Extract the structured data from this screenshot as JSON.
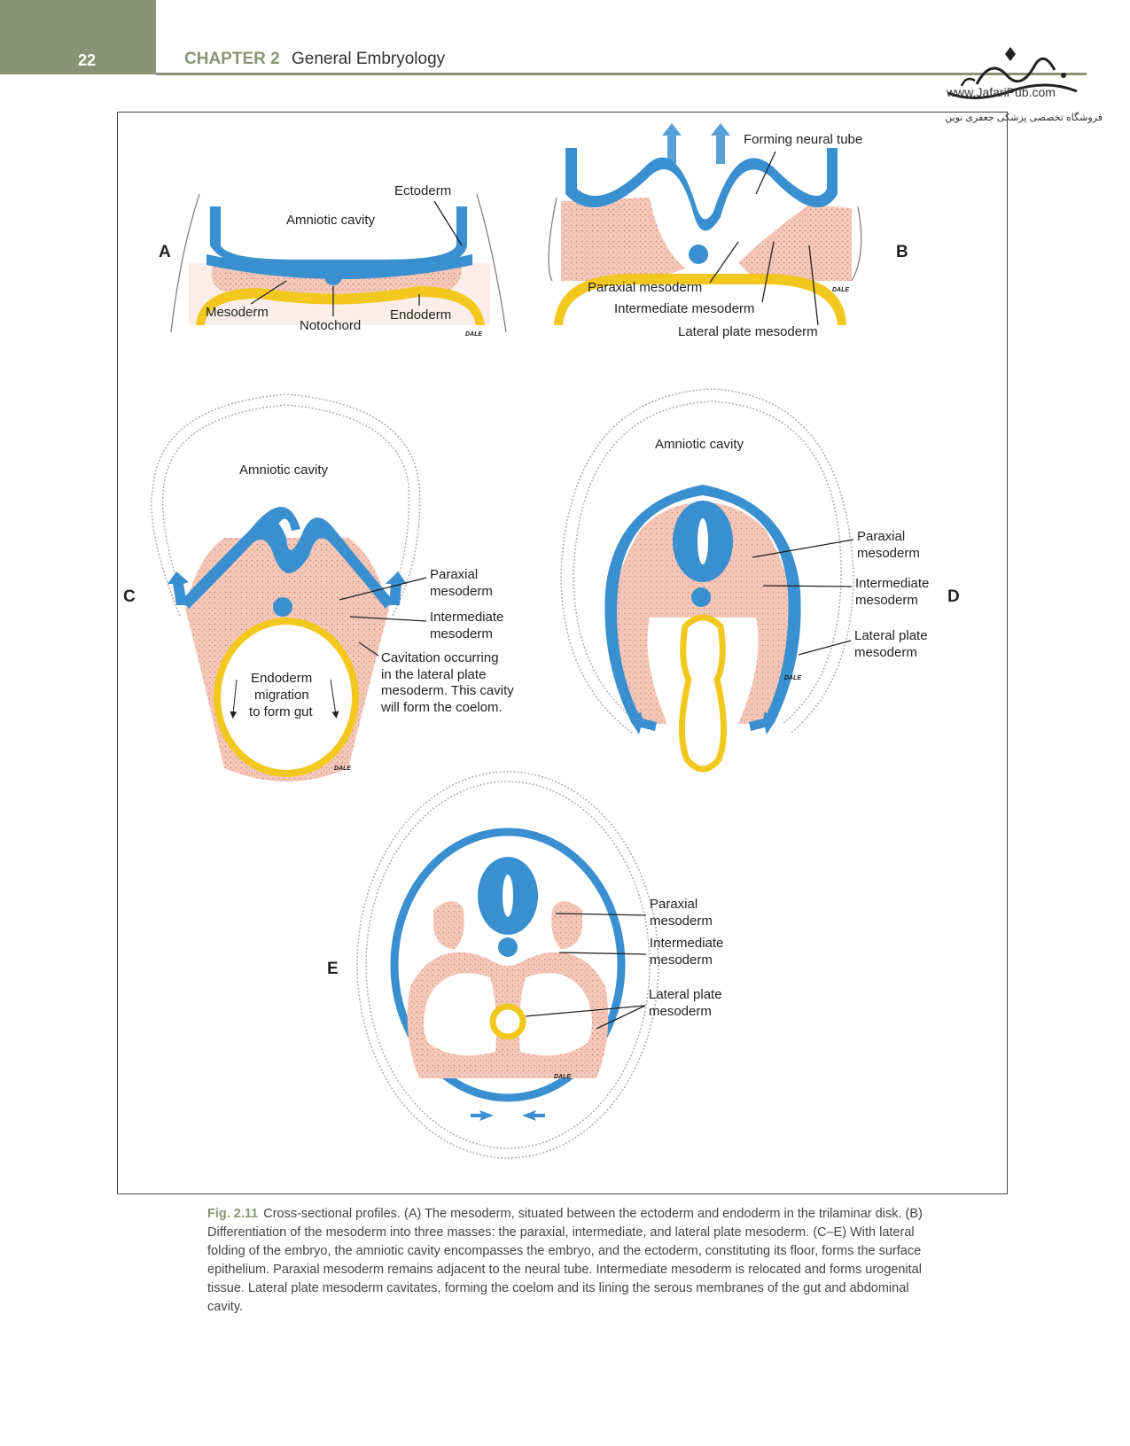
{
  "header": {
    "page_number": "22",
    "chapter_number": "CHAPTER 2",
    "chapter_title": "General Embryology"
  },
  "logo": {
    "url_text": "www.JafariPub.com",
    "shop_text": "فروشگاه تخصصی پزشکی جعفری نوین"
  },
  "figure": {
    "signature": "DALE",
    "panels": {
      "A": {
        "letter": "A",
        "labels": {
          "ectoderm": "Ectoderm",
          "amniotic_cavity": "Amniotic cavity",
          "mesoderm": "Mesoderm",
          "notochord": "Notochord",
          "endoderm": "Endoderm"
        }
      },
      "B": {
        "letter": "B",
        "labels": {
          "forming_neural_tube": "Forming neural tube",
          "paraxial": "Paraxial mesoderm",
          "intermediate": "Intermediate mesoderm",
          "lateral_plate": "Lateral plate mesoderm"
        }
      },
      "C": {
        "letter": "C",
        "labels": {
          "amniotic_cavity": "Amniotic cavity",
          "paraxial": [
            "Paraxial",
            "mesoderm"
          ],
          "intermediate": [
            "Intermediate",
            "mesoderm"
          ],
          "cavitation": [
            "Cavitation occurring",
            "in the lateral plate",
            "mesoderm. This cavity",
            "will form the coelom."
          ],
          "endoderm_migration": [
            "Endoderm",
            "migration",
            "to form gut"
          ]
        }
      },
      "D": {
        "letter": "D",
        "labels": {
          "amniotic_cavity": "Amniotic cavity",
          "paraxial": [
            "Paraxial",
            "mesoderm"
          ],
          "intermediate": [
            "Intermediate",
            "mesoderm"
          ],
          "lateral_plate": [
            "Lateral plate",
            "mesoderm"
          ]
        }
      },
      "E": {
        "letter": "E",
        "labels": {
          "paraxial": [
            "Paraxial",
            "mesoderm"
          ],
          "intermediate": [
            "Intermediate",
            "mesoderm"
          ],
          "lateral_plate": [
            "Lateral plate",
            "mesoderm"
          ]
        }
      }
    },
    "colors": {
      "ectoderm": "#3a8fd0",
      "mesoderm": "#e8b7a6",
      "endoderm": "#f2c81f",
      "amnion": "#b9a9a0"
    }
  },
  "caption": {
    "fig_number": "Fig. 2.11",
    "text": "Cross-sectional profiles. (A) The mesoderm, situated between the ectoderm and endoderm in the trilaminar disk. (B) Differentiation of the mesoderm into three masses: the paraxial, intermediate, and lateral plate mesoderm. (C–E) With lateral folding of the embryo, the amniotic cavity encompasses the embryo, and the ectoderm, constituting its floor, forms the surface epithelium. Paraxial mesoderm remains adjacent to the neural tube. Intermediate mesoderm is relocated and forms urogenital tissue. Lateral plate mesoderm cavitates, forming the coelom and its lining the serous membranes of the gut and abdominal cavity."
  }
}
